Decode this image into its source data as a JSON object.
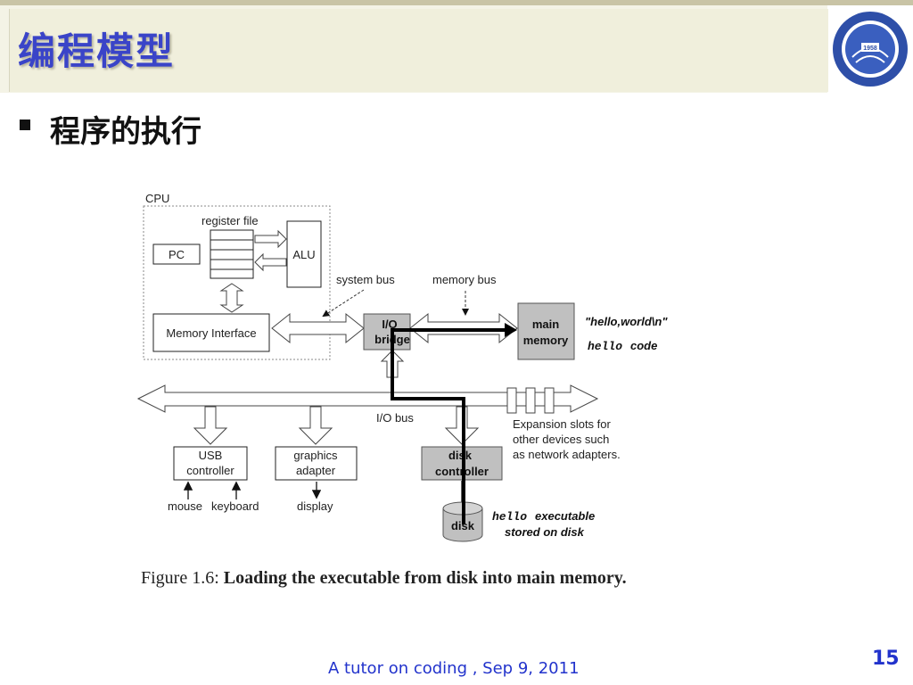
{
  "slide": {
    "title": "编程模型",
    "subtitle": "程序的执行",
    "footer": "A tutor on coding , Sep 9, 2011",
    "page_number": "15"
  },
  "logo": {
    "year": "1958"
  },
  "diagram": {
    "cpu": "CPU",
    "register_file": "register file",
    "pc": "PC",
    "alu": "ALU",
    "memory_interface": "Memory Interface",
    "system_bus": "system bus",
    "memory_bus": "memory bus",
    "io_bridge_line1": "I/O",
    "io_bridge_line2": "bridge",
    "main_memory_line1": "main",
    "main_memory_line2": "memory",
    "hello_world": "\"hello,world\\n\"",
    "hello_mono": "hello",
    "code": "code",
    "io_bus": "I/O bus",
    "expansion_1": "Expansion slots for",
    "expansion_2": "other devices such",
    "expansion_3": "as network adapters.",
    "usb_1": "USB",
    "usb_2": "controller",
    "graphics_1": "graphics",
    "graphics_2": "adapter",
    "disk_ctrl_1": "disk",
    "disk_ctrl_2": "controller",
    "mouse": "mouse",
    "keyboard": "keyboard",
    "display": "display",
    "disk": "disk",
    "exec_mono": "hello",
    "exec_1": "executable",
    "exec_2": "stored on disk"
  },
  "caption": {
    "prefix": "Figure 1.6: ",
    "text": "Loading the executable from disk into main memory."
  },
  "colors": {
    "title": "#3a44c8",
    "footer": "#2233cc",
    "gray_box": "#c0c0c0",
    "path": "#000000"
  }
}
